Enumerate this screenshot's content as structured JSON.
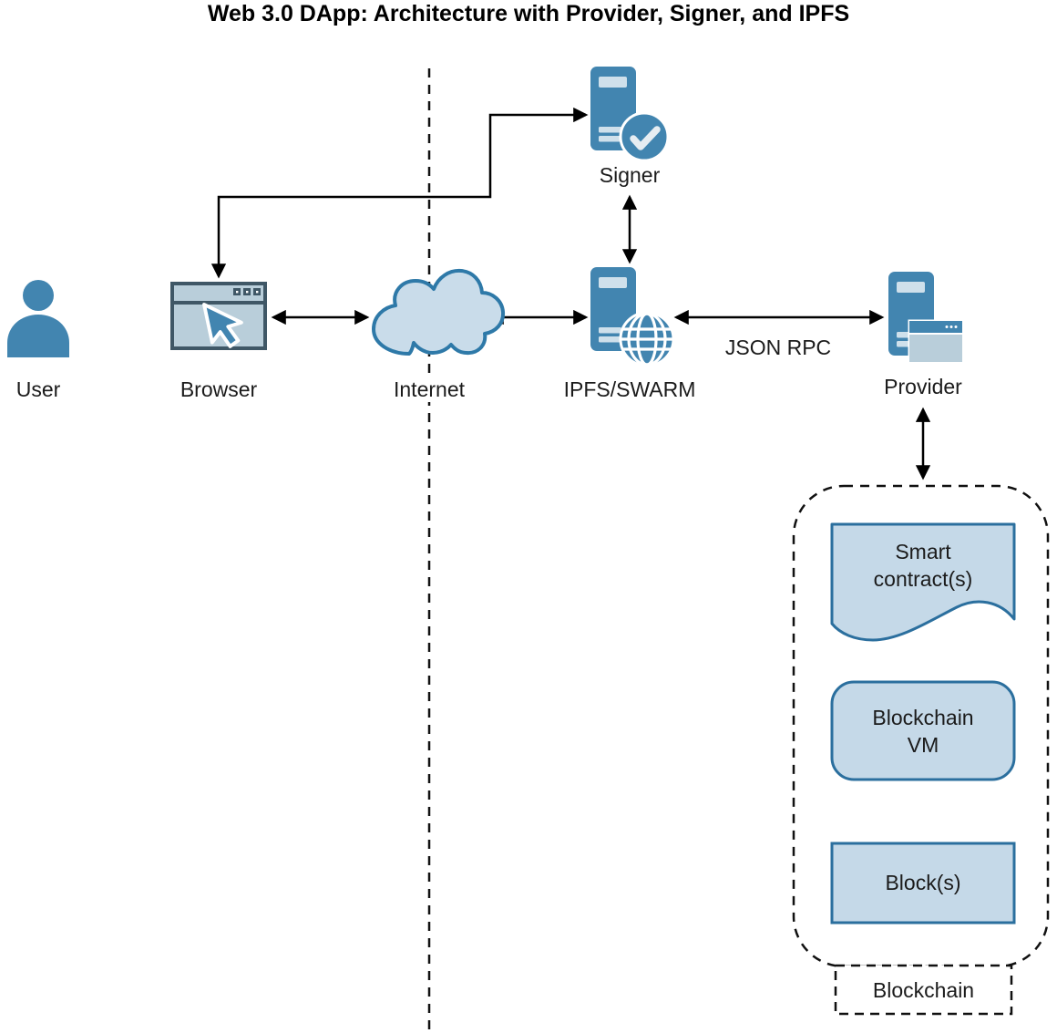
{
  "diagram_title": "Web 3.0 DApp: Architecture with Provider, Signer, and IPFS",
  "nodes": {
    "user": {
      "label": "User"
    },
    "browser": {
      "label": "Browser"
    },
    "internet": {
      "label": "Internet"
    },
    "ipfs": {
      "label": "IPFS/SWARM"
    },
    "signer": {
      "label": "Signer"
    },
    "provider": {
      "label": "Provider"
    },
    "smart_contracts": {
      "label": "Smart contract(s)"
    },
    "blockchain_vm": {
      "label": "Blockchain VM"
    },
    "blocks": {
      "label": "Block(s)"
    },
    "blockchain_group": {
      "label": "Blockchain"
    }
  },
  "edges": {
    "ipfs_provider_label": "JSON RPC",
    "connections": [
      {
        "from": "Browser",
        "to": "Internet",
        "type": "bidirectional"
      },
      {
        "from": "Internet",
        "to": "IPFS/SWARM",
        "type": "bidirectional"
      },
      {
        "from": "IPFS/SWARM",
        "to": "Provider",
        "type": "bidirectional",
        "label": "JSON RPC"
      },
      {
        "from": "Browser",
        "to": "Signer",
        "type": "bidirectional"
      },
      {
        "from": "Signer",
        "to": "IPFS/SWARM",
        "type": "bidirectional"
      },
      {
        "from": "Provider",
        "to": "Blockchain",
        "type": "bidirectional"
      }
    ]
  },
  "colors": {
    "icon_blue": "#4285b0",
    "icon_band": "#cfe0eb",
    "cloud_fill": "#c9dcea",
    "cloud_stroke": "#2e79a8",
    "shape_fill": "#c5d9e8",
    "shape_stroke": "#2b6f9e",
    "browser_frame": "#3f5766",
    "browser_body": "#b9ceda",
    "check_white": "#e6edf2"
  }
}
